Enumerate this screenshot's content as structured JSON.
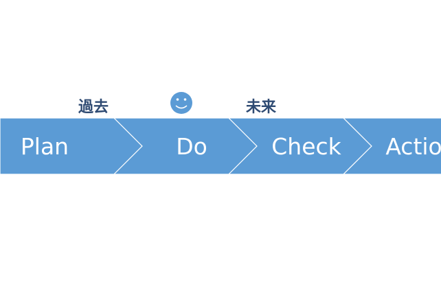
{
  "steps": [
    {
      "label": "Plan"
    },
    {
      "label": "Do"
    },
    {
      "label": "Check"
    },
    {
      "label": "Action"
    }
  ],
  "annotations": {
    "past": "過去",
    "future": "未来"
  },
  "marker_icon": "smiley-face-icon",
  "colors": {
    "chevron_fill": "#5b9bd5",
    "chevron_stroke": "#ffffff",
    "step_text": "#ffffff",
    "annotation_text": "#2f4b73",
    "smiley_fill": "#5b9bd5",
    "smiley_features": "#ffffff"
  }
}
